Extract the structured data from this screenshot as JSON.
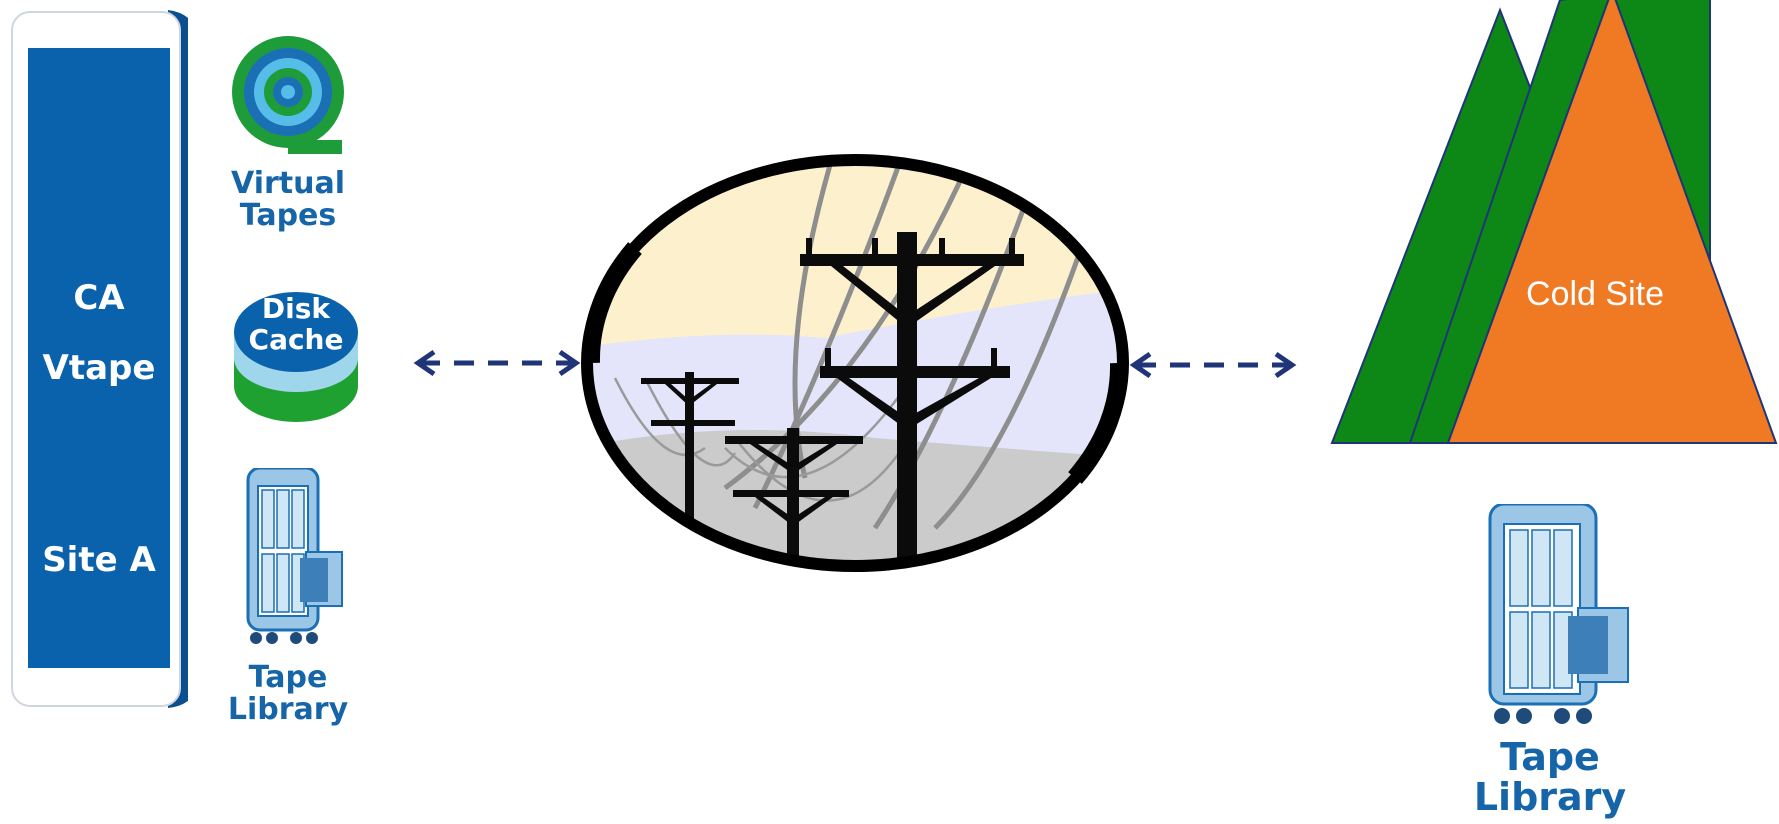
{
  "site_a": {
    "line1": "CA",
    "line2": "Vtape",
    "line3": "Site A",
    "virtual_tapes": [
      "Virtual",
      "Tapes"
    ],
    "disk_cache": [
      "Disk",
      "Cache"
    ],
    "tape_library": [
      "Tape",
      "Library"
    ]
  },
  "cold_site": {
    "label": "Cold Site",
    "tape_library": [
      "Tape",
      "Library"
    ]
  },
  "colors": {
    "panel_blue": "#0b62ac",
    "label_blue": "#1565a8",
    "arrow_navy": "#1f3577",
    "mountain_green": "#0d8716",
    "mountain_orange": "#f07a24"
  }
}
